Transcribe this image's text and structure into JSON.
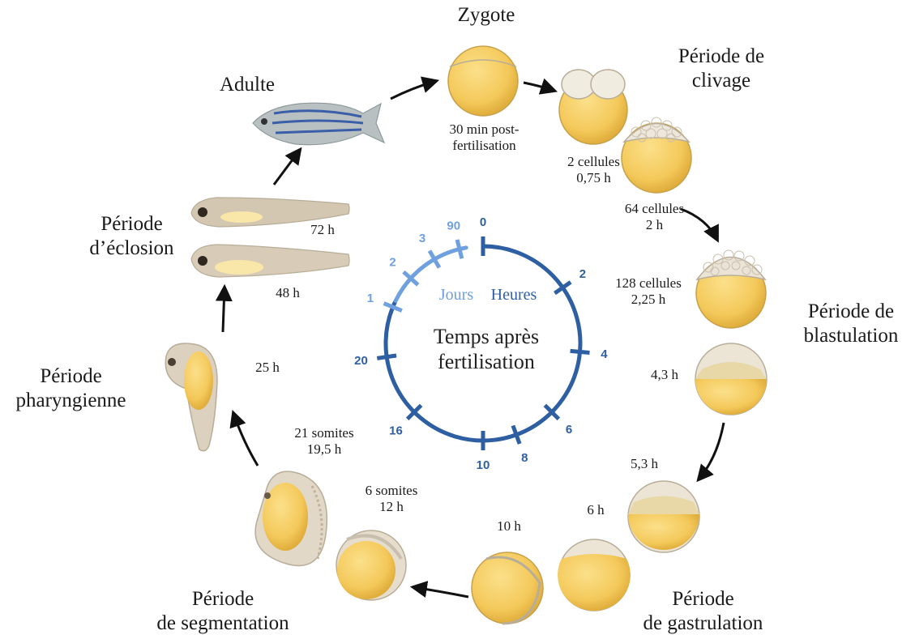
{
  "stages": {
    "zygote": "Zygote",
    "cleavage": "Période de\nclivage",
    "blastula": "Période de\nblastulation",
    "gastrula": "Période\nde gastrulation",
    "segmentation": "Période\nde segmentation",
    "pharyngula": "Période\npharyngienne",
    "hatching": "Période\nd’éclosion",
    "adult": "Adulte"
  },
  "times": {
    "zygote": "30 min post-\nfertilisation",
    "two_cell": "2 cellules\n0,75 h",
    "sixtyfour_cell": "64 cellules\n2 h",
    "onetwentyeight_cell": "128 cellules\n2,25 h",
    "t4_3": "4,3 h",
    "t5_3": "5,3 h",
    "t6": "6 h",
    "t10": "10 h",
    "six_somites": "6 somites\n12 h",
    "twentyone_somites": "21 somites\n19,5 h",
    "t25": "25 h",
    "t48": "48 h",
    "t72": "72 h"
  },
  "clock": {
    "title": "Temps après\nfertilisation",
    "hours_label": "Heures",
    "days_label": "Jours",
    "hour_ticks": [
      "0",
      "2",
      "4",
      "6",
      "8",
      "10"
    ],
    "hour_ticks_left": [
      "16",
      "20"
    ],
    "day_ticks": [
      "1",
      "2",
      "3",
      "90"
    ]
  },
  "colors": {
    "hours": "#2f5fa3",
    "days": "#6fa0df",
    "yolk": "#f4c95b",
    "arrow": "#111111"
  }
}
